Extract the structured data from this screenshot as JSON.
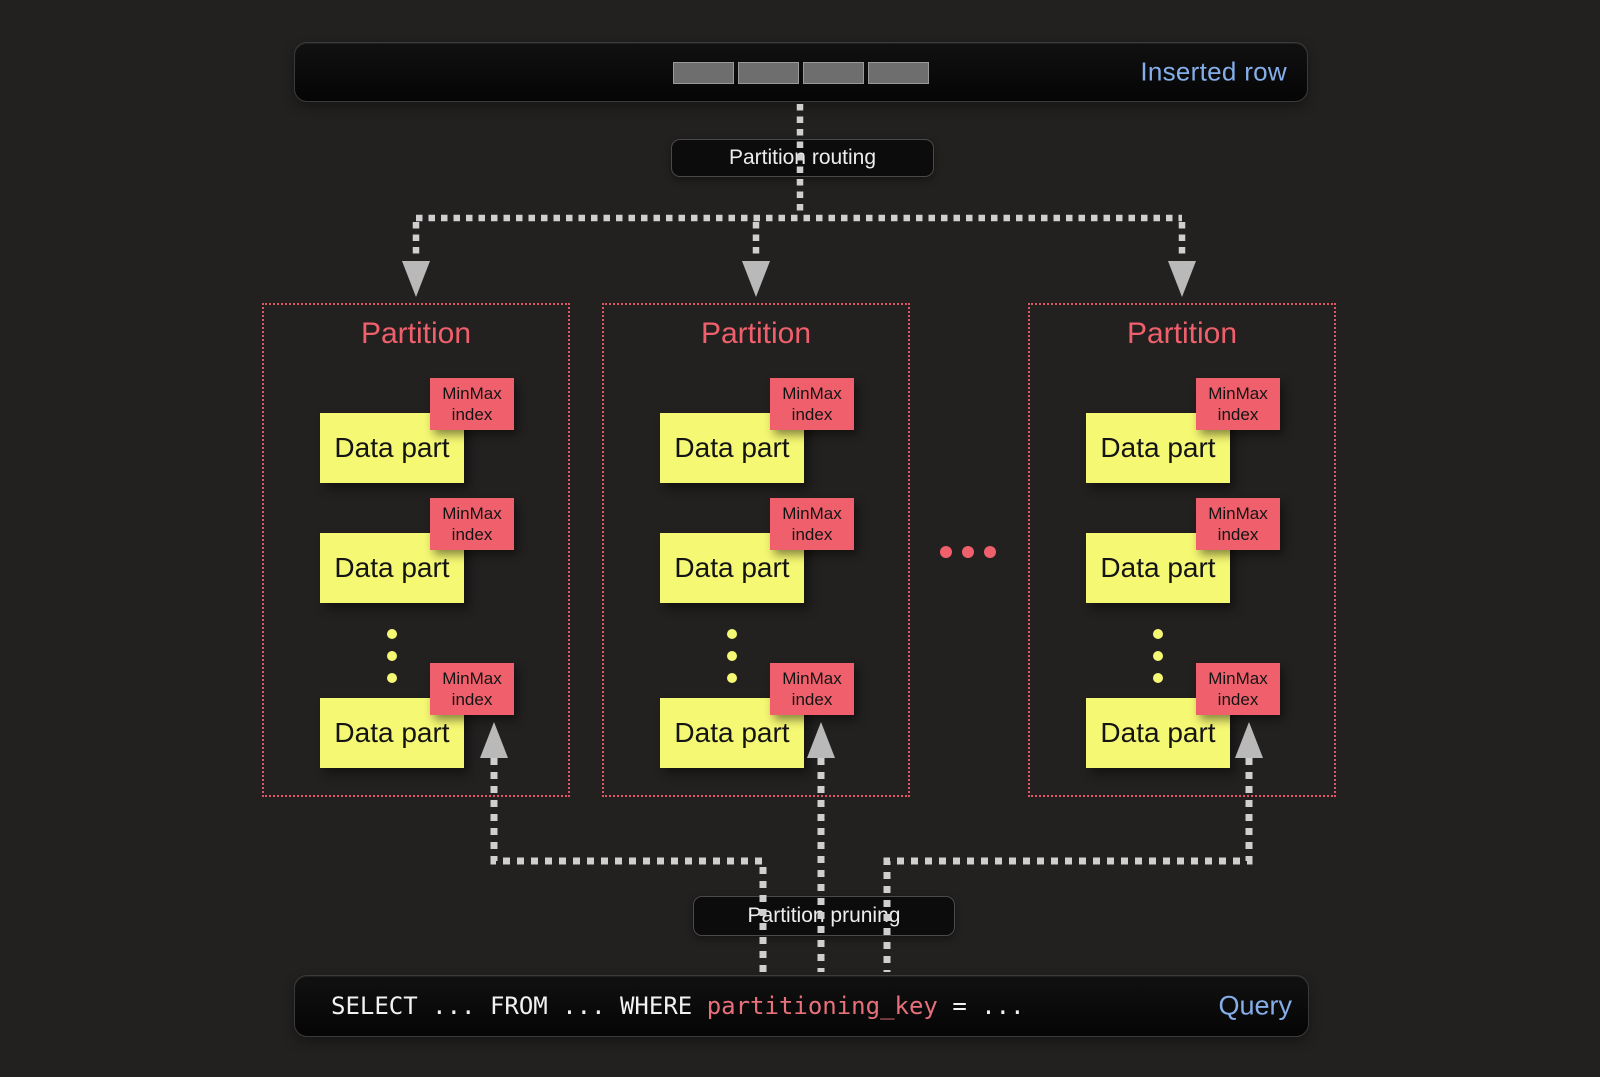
{
  "colors": {
    "background": "#232120",
    "panel_bg": "#0a0a0a",
    "panel_border": "#3a3a3a",
    "label_text": "#ededed",
    "accent_blue": "#85aee9",
    "accent_red": "#f0606c",
    "red_border": "#e05561",
    "accent_yellow": "#f5f873",
    "line_gray": "#cfcfcf",
    "arrow_gray": "#b9b9b9",
    "cell_gray": "#6e6e6e",
    "dark_text": "#141414",
    "sql_text": "#f2f2f2",
    "sql_key": "#e7707b"
  },
  "inserted_row": {
    "label": "Inserted row",
    "cell_count": 4
  },
  "routing": {
    "label": "Partition routing"
  },
  "pruning": {
    "label": "Partition pruning"
  },
  "partitions": [
    {
      "title": "Partition",
      "parts": [
        {
          "name": "Data part",
          "index": "MinMax index"
        },
        {
          "name": "Data part",
          "index": "MinMax index"
        },
        {
          "name": "Data part",
          "index": "MinMax index"
        }
      ]
    },
    {
      "title": "Partition",
      "parts": [
        {
          "name": "Data part",
          "index": "MinMax index"
        },
        {
          "name": "Data part",
          "index": "MinMax index"
        },
        {
          "name": "Data part",
          "index": "MinMax index"
        }
      ]
    },
    {
      "title": "Partition",
      "parts": [
        {
          "name": "Data part",
          "index": "MinMax index"
        },
        {
          "name": "Data part",
          "index": "MinMax index"
        },
        {
          "name": "Data part",
          "index": "MinMax index"
        }
      ]
    }
  ],
  "query": {
    "sql_before_key": "SELECT ... FROM ... WHERE ",
    "sql_key": "partitioning_key",
    "sql_after_key": " = ...",
    "label": "Query"
  }
}
